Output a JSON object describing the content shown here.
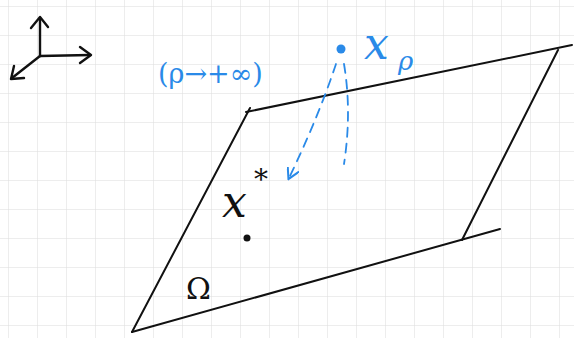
{
  "diagram": {
    "labels": [
      "(ρ→+∞)",
      "x",
      "ρ",
      "x",
      "*",
      "Ω"
    ]
  }
}
